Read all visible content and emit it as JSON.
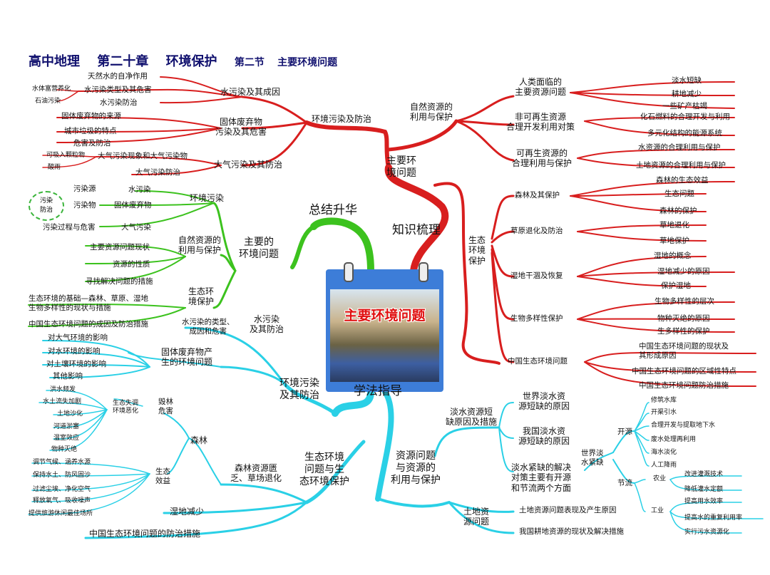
{
  "title": {
    "subject": "高中地理",
    "chapter": "第二十章",
    "topic": "环境保护",
    "section": "第二节",
    "section_topic": "主要环境问题"
  },
  "center": {
    "label": "主要环境问题"
  },
  "main": {
    "summary": "总结升华",
    "knowledge": "知识梳理",
    "method": "学法指导"
  },
  "km": {
    "root": "主要环\n境问题",
    "pollution": {
      "label": "环境污染及防治",
      "water": {
        "label": "水污染及其成因",
        "items": [
          "天然水的自净作用",
          "水污染类型及其危害",
          "水污染防治"
        ],
        "sub": [
          "水体富营养化",
          "石油污染"
        ]
      },
      "solid": {
        "label": "固体废弃物\n污染及其危害",
        "items": [
          "固体废弃物的来源",
          "城市垃圾的特点",
          "危害及防治"
        ]
      },
      "air": {
        "label": "大气污染及其防治",
        "items": [
          "大气污染现象和大气污染物",
          "大气污染防治"
        ],
        "sub": [
          "可吸入颗粒物",
          "酸雨"
        ]
      }
    },
    "resources": {
      "label": "自然资源的\n利用与保护",
      "human": {
        "label": "人类面临的\n主要资源问题",
        "items": [
          "淡水短缺",
          "耕地减少",
          "一些矿产枯竭"
        ]
      },
      "nonrenew": {
        "label": "非可再生资源\n合理开发利用对策",
        "items": [
          "化石燃料的合理开发与利用",
          "多元化结构的能源系统"
        ]
      },
      "renew": {
        "label": "可再生资源的\n合理利用与保护",
        "items": [
          "水资源的合理利用与保护",
          "土地资源的合理利用与保护"
        ]
      }
    },
    "eco": {
      "label": "生态\n环境\n保护",
      "forest": {
        "label": "森林及其保护",
        "items": [
          "森林的生态效益",
          "生态问题",
          "森林的保护"
        ]
      },
      "grass": {
        "label": "草原退化及防治",
        "items": [
          "草地退化",
          "草地保护"
        ]
      },
      "wetland": {
        "label": "湿地干涸及恢复",
        "items": [
          "湿地的概念",
          "湿地减少的原因",
          "保护湿地"
        ]
      },
      "bio": {
        "label": "生物多样性保护",
        "items": [
          "生物多样性的层次",
          "物种灭绝的原因",
          "生多样性的保护"
        ]
      },
      "china": {
        "label": "中国生态环境问题",
        "items": [
          "中国生态环境问题的现状及\n其形成原因",
          "中国生态环境问题的区域性特点",
          "中国生态环境问题防治措施"
        ]
      }
    }
  },
  "sum": {
    "root": "主要的\n环境问题",
    "pollution": {
      "label": "环境污染",
      "circle": "污染\n防治",
      "items": [
        "污染源",
        "污染物",
        "污染过程与危害"
      ],
      "right": [
        "水污染",
        "固体废弃物",
        "大气污染"
      ]
    },
    "resources": {
      "label": "自然资源的\n利用与保护",
      "items": [
        "主要资源问题现状",
        "资源的性质",
        "寻找解决问题的措施"
      ]
    },
    "eco": {
      "label": "生态环\n境保护",
      "items": [
        "生态环境的基础—森林、草原、湿地\n生物多样性的现状与措施",
        "中国生态环境问题的成因及防治措施"
      ]
    }
  },
  "method": {
    "pollution": {
      "label": "环境污染\n及其防治",
      "water": {
        "label": "水污染\n及其防治",
        "sub": "水污染的类型、\n成因和危害"
      },
      "solid": {
        "label": "固体废弃物产\n生的环境问题",
        "items": [
          "对大气环境的影响",
          "对水环境的影响",
          "对土壤环境的影响",
          "其他影响"
        ]
      }
    },
    "eco": {
      "label": "生态环境\n问题与生\n态环境保护",
      "forest": {
        "label": "森林资源匮\n乏、草场退化",
        "node": "森林",
        "damage": {
          "label": "毁林\n危害",
          "sub": "生态失调\n环境恶化",
          "items": [
            "洪水频发",
            "水土流失加剧",
            "土地沙化",
            "河道淤塞",
            "温室效应",
            "物种灭绝"
          ]
        },
        "benefit": {
          "label": "生态\n效益",
          "items": [
            "调节气候、涵养水源",
            "保持水土、防风固沙",
            "过滤尘埃、净化空气",
            "释放氧气、吸收噪声",
            "提供旅游休闲最佳场所"
          ]
        }
      },
      "wetland": "湿地减少",
      "china": "中国生态环境问题的防治措施"
    },
    "resources": {
      "label": "资源问题\n与资源的\n利用与保护",
      "fresh": {
        "label": "淡水资源短\n缺原因及措施",
        "world": "世界淡水资\n源短缺的原因",
        "china": "我国淡水资\n源短缺的原因",
        "solve": {
          "label": "淡水紧缺的解决\n对策主要有开源\n和节流两个方面",
          "node": "世界淡\n水紧缺",
          "open": {
            "label": "开源",
            "items": [
              "修筑水库",
              "开渠引水",
              "合理开发与提取地下水",
              "废水处理再利用",
              "海水淡化",
              "人工降雨"
            ]
          },
          "save": {
            "label": "节流",
            "agri": {
              "label": "农业",
              "items": [
                "改进灌溉技术",
                "降低灌水定额"
              ]
            },
            "ind": {
              "label": "工业",
              "items": [
                "提高用水效率",
                "提高水的重复利用率",
                "实行污水资源化"
              ]
            }
          }
        }
      },
      "land": {
        "label": "土地资\n源问题",
        "items": [
          "土地资源问题表现及产生原因",
          "我国耕地资源的现状及解决措施"
        ]
      }
    }
  },
  "colors": {
    "red": "#d81e1e",
    "green": "#3cc21e",
    "cyan": "#2ad0e6",
    "title": "#10106e",
    "center": "#e01010"
  }
}
